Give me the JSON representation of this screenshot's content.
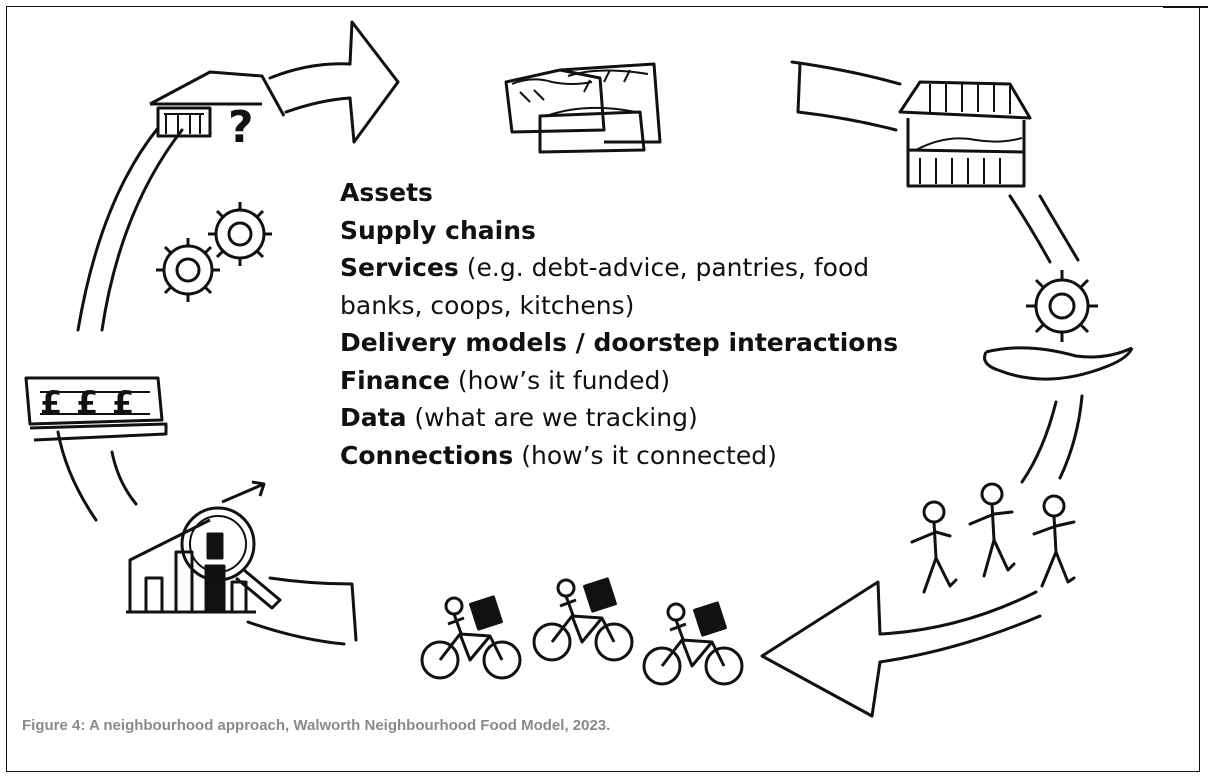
{
  "diagram": {
    "items": [
      {
        "term": "Assets",
        "detail": ""
      },
      {
        "term": "Supply chains",
        "detail": ""
      },
      {
        "term": "Services",
        "detail": " (e.g. debt-advice, pantries, food"
      },
      {
        "term": "",
        "detail": "banks, coops, kitchens)"
      },
      {
        "term": "Delivery models / doorstep interactions",
        "detail": ""
      },
      {
        "term": "Finance",
        "detail": " (how’s it funded)"
      },
      {
        "term": "Data",
        "detail": " (what are we tracking)"
      },
      {
        "term": "Connections",
        "detail": " (how’s it connected)"
      }
    ],
    "icons": [
      "house-question-icon",
      "gears-icon",
      "money-notes-icon",
      "magnifier-chart-icon",
      "bicycle-couriers-icon",
      "walking-people-icon",
      "hand-gear-icon",
      "market-stall-icon",
      "produce-crates-icon"
    ],
    "money_glyph": "£",
    "question_glyph": "?"
  },
  "caption": "Figure 4: A neighbourhood approach, Walworth Neighbourhood Food Model, 2023."
}
